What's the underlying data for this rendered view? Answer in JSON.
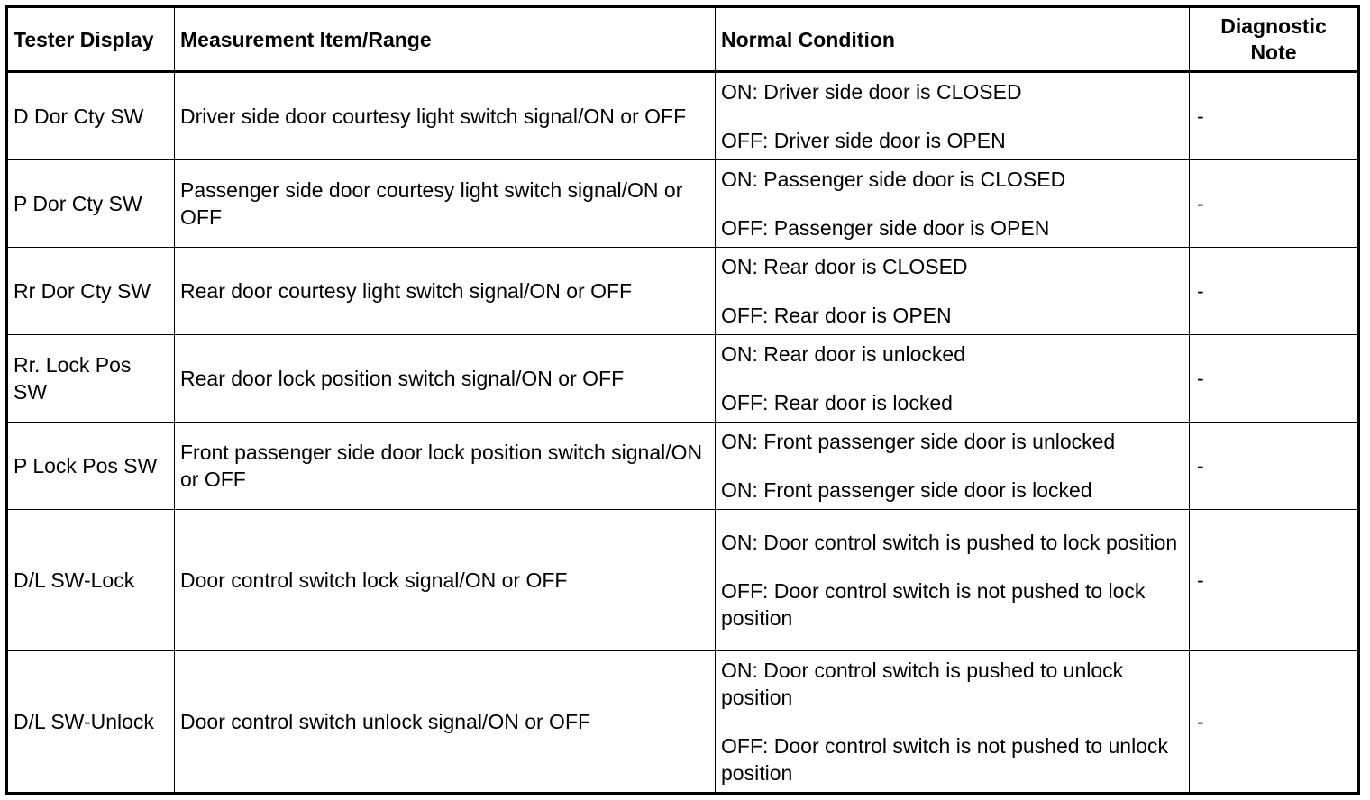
{
  "headers": {
    "tester_display": "Tester Display",
    "measurement": "Measurement Item/Range",
    "normal": "Normal Condition",
    "note": "Diagnostic Note"
  },
  "rows": [
    {
      "tester": "D Dor Cty SW",
      "measurement": "Driver side door courtesy light switch signal/ON or OFF",
      "cond_on": "ON: Driver side door is CLOSED",
      "cond_off": "OFF: Driver side door is OPEN",
      "note": "-"
    },
    {
      "tester": "P Dor Cty SW",
      "measurement": "Passenger side door courtesy light switch signal/ON or OFF",
      "cond_on": "ON: Passenger side door is CLOSED",
      "cond_off": "OFF: Passenger side door is OPEN",
      "note": "-"
    },
    {
      "tester": "Rr Dor Cty SW",
      "measurement": "Rear door courtesy light switch signal/ON or OFF",
      "cond_on": "ON: Rear door is CLOSED",
      "cond_off": "OFF: Rear door is OPEN",
      "note": "-"
    },
    {
      "tester": "Rr. Lock Pos SW",
      "measurement": "Rear door lock position switch signal/ON or OFF",
      "cond_on": "ON: Rear door is unlocked",
      "cond_off": "OFF: Rear door is locked",
      "note": "-"
    },
    {
      "tester": "P Lock Pos SW",
      "measurement": "Front passenger side door lock position switch signal/ON or OFF",
      "cond_on": "ON: Front passenger side door is unlocked",
      "cond_off": "ON: Front passenger side door is locked",
      "note": "-"
    },
    {
      "tester": "D/L SW-Lock",
      "measurement": "Door control switch lock signal/ON or OFF",
      "cond_on": "ON: Door control switch is pushed to lock position",
      "cond_off": "OFF: Door control switch is not pushed to lock position",
      "note": "-"
    },
    {
      "tester": "D/L SW-Unlock",
      "measurement": "Door control switch unlock signal/ON or OFF",
      "cond_on": "ON: Door control switch is pushed to unlock position",
      "cond_off": "OFF: Door control switch is not pushed to unlock position",
      "note": "-"
    }
  ]
}
